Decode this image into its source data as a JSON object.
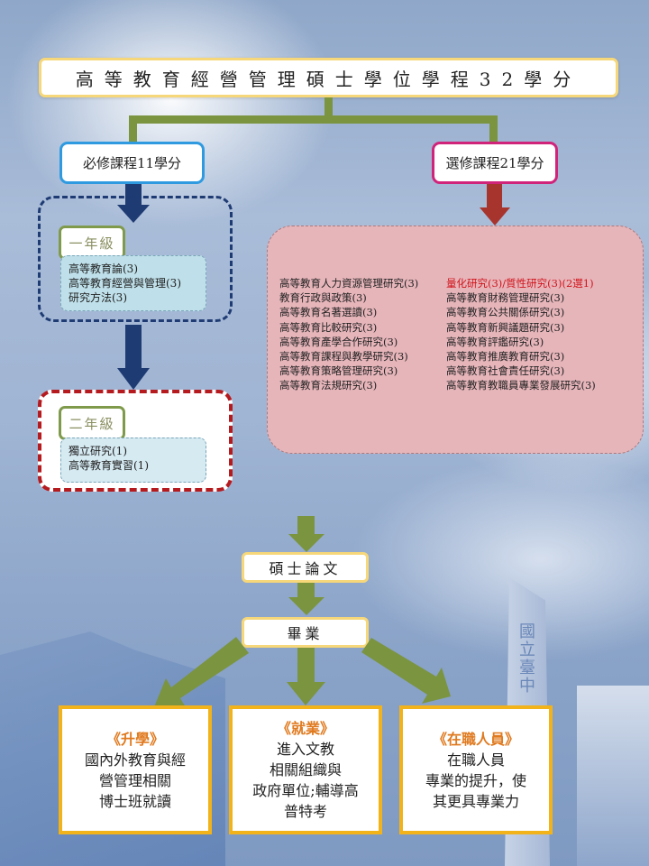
{
  "title": "高等教育經營管理碩士學位學程32學分",
  "required": {
    "label": "必修課程11學分",
    "year1": {
      "label": "一年級",
      "courses": [
        "高等教育論(3)",
        "高等教育經營與管理(3)",
        "研究方法(3)"
      ]
    },
    "year2": {
      "label": "二年級",
      "courses": [
        "獨立研究(1)",
        "高等教育實習(1)"
      ]
    }
  },
  "elective": {
    "label": "選修課程21學分",
    "left_courses": [
      "高等教育人力資源管理研究(3)",
      "教育行政與政策(3)",
      "高等教育名著選讀(3)",
      "高等教育比較研究(3)",
      "高等教育產學合作研究(3)",
      "高等教育課程與教學研究(3)",
      "高等教育策略管理研究(3)",
      "高等教育法規研究(3)"
    ],
    "right_highlight": "量化研究(3)/質性研究(3)(2選1)",
    "right_courses": [
      "高等教育財務管理研究(3)",
      "高等教育公共關係研究(3)",
      "高等教育新興議題研究(3)",
      "高等教育評鑑研究(3)",
      "高等教育推廣教育研究(3)",
      "高等教育社會責任研究(3)",
      "高等教育教職員專業發展研究(3)"
    ]
  },
  "thesis": "碩士論文",
  "graduation": "畢業",
  "outcomes": [
    {
      "head": "《升學》",
      "lines": [
        "國內外教育與經",
        "營管理相關",
        "博士班就讀"
      ]
    },
    {
      "head": "《就業》",
      "lines": [
        "進入文教",
        "相關組織與",
        "政府單位;輔導高",
        "普特考"
      ]
    },
    {
      "head": "《在職人員》",
      "lines": [
        "在職人員",
        "專業的提升，使",
        "其更具專業力"
      ]
    }
  ],
  "background": {
    "tower_text": "國立臺中"
  },
  "colors": {
    "connector_green": "#7b9440",
    "required_border": "#2f9ae0",
    "elective_border": "#d0237a",
    "navy_arrow": "#1f3b73",
    "red_arrow": "#a8342e",
    "elective_panel": "#e6b5ba",
    "highlight_red": "#d0141b",
    "outcome_border": "#f2b21a",
    "outcome_head": "#e07a1f"
  }
}
